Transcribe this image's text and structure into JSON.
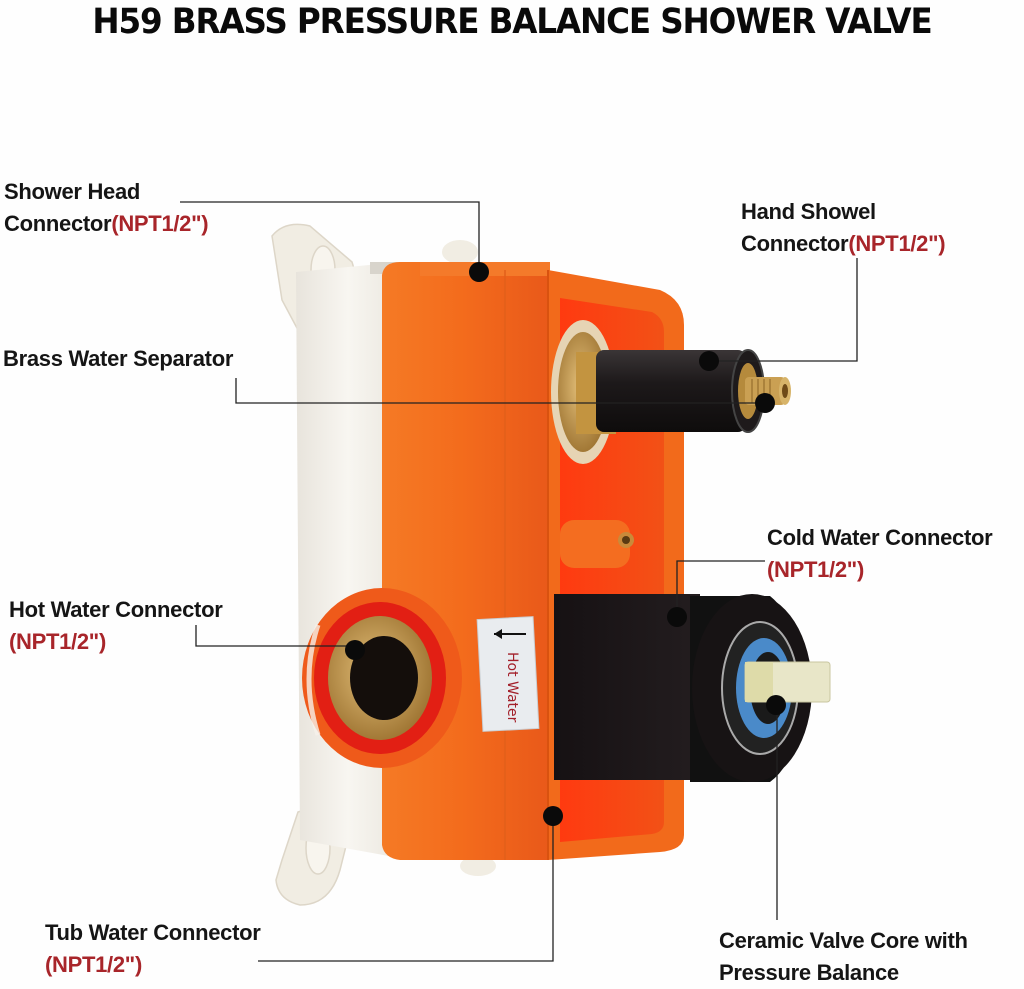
{
  "title": "H59 BRASS PRESSURE BALANCE SHOWER VALVE",
  "spec_color": "#a8252a",
  "callouts": [
    {
      "id": "shower-head",
      "line1": "Shower Head",
      "line2": "Connector",
      "spec": "(NPT1/2\")"
    },
    {
      "id": "brass-separator",
      "line1": "Brass Water Separator"
    },
    {
      "id": "hand-shower",
      "line1": "Hand Showel",
      "line2": "Connector",
      "spec": "(NPT1/2\")"
    },
    {
      "id": "hot-water",
      "line1": "Hot Water Connector",
      "spec": "(NPT1/2\")"
    },
    {
      "id": "cold-water",
      "line1": "Cold Water Connector",
      "spec": "(NPT1/2\")"
    },
    {
      "id": "tub-water",
      "line1": "Tub Water Connector",
      "spec": "(NPT1/2\")"
    },
    {
      "id": "ceramic-core",
      "line1": "Ceramic Valve Core with",
      "line2": "Pressure Balance"
    }
  ],
  "body_sticker": {
    "text": "Hot Water",
    "arrow": "left-arrow"
  },
  "colors": {
    "housing_orange": "#f26a1b",
    "housing_white": "#f1efe8",
    "brass": "#c9a25a",
    "black_part": "#1b1718"
  }
}
